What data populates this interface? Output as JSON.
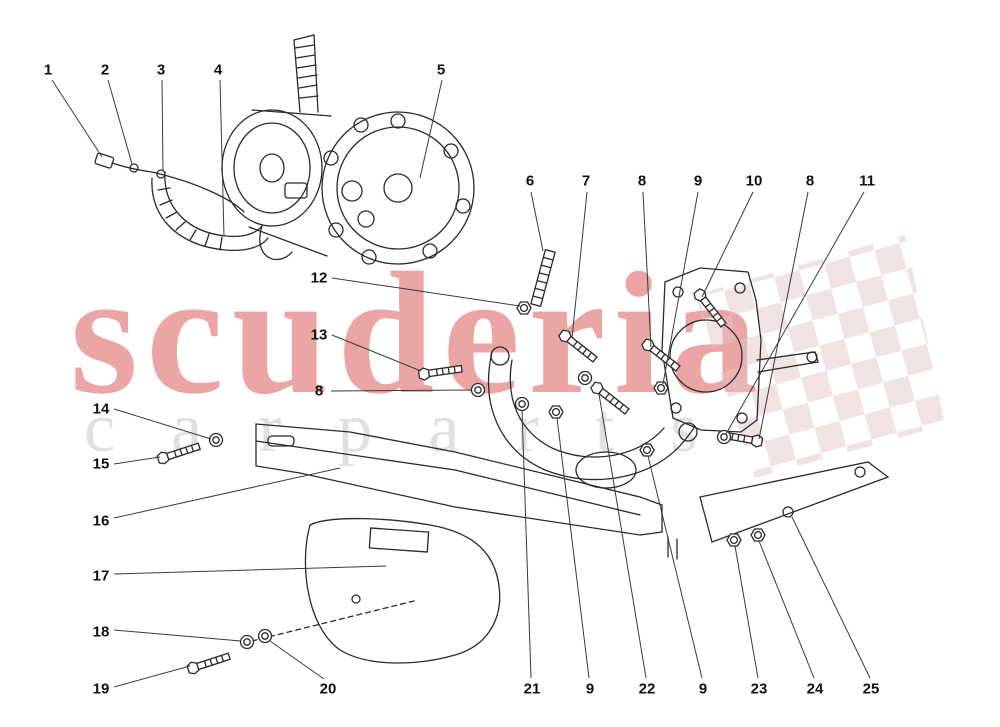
{
  "watermark": {
    "title": "scuderia",
    "subtitle": "carparts",
    "title_color": "#d53838",
    "flag_color": "#e2c4c6"
  },
  "diagram": {
    "callouts": [
      {
        "label": "1"
      },
      {
        "label": "2"
      },
      {
        "label": "3"
      },
      {
        "label": "4"
      },
      {
        "label": "5"
      },
      {
        "label": "6"
      },
      {
        "label": "7"
      },
      {
        "label": "8"
      },
      {
        "label": "9"
      },
      {
        "label": "10"
      },
      {
        "label": "8"
      },
      {
        "label": "11"
      },
      {
        "label": "12"
      },
      {
        "label": "13"
      },
      {
        "label": "8"
      },
      {
        "label": "14"
      },
      {
        "label": "15"
      },
      {
        "label": "16"
      },
      {
        "label": "17"
      },
      {
        "label": "18"
      },
      {
        "label": "19"
      },
      {
        "label": "20"
      },
      {
        "label": "21"
      },
      {
        "label": "9"
      },
      {
        "label": "22"
      },
      {
        "label": "9"
      },
      {
        "label": "23"
      },
      {
        "label": "24"
      },
      {
        "label": "25"
      }
    ]
  }
}
